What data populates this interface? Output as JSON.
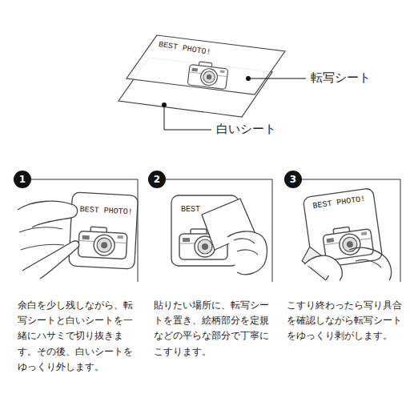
{
  "diagram": {
    "nodes": [
      {
        "text": [
          "1"
        ]
      },
      {
        "text": [
          "2"
        ]
      },
      {
        "text": [
          "3"
        ]
      }
    ],
    "labels": [
      "転写シート",
      "白いシート",
      "BEST PHOTO!",
      "BEST PHOTO!",
      "BEST",
      "BEST PHOTO!",
      "余白を少し残しながら、転写シートと白いシートを一緒にハサミで切り抜きます。その後、白いシートをゆっくり外します。",
      "貼りたい場所に、転写シートを置き、絵柄部分を定規などの平らな部分で丁寧にこすります。",
      "こすり終わったら写り具合を確認しながら転写シートをゆっくり剥がします。"
    ]
  }
}
